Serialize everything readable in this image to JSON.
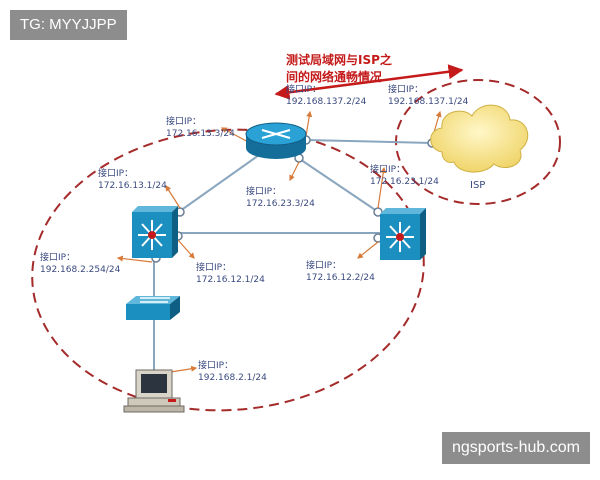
{
  "watermark_top": "TG: MYYJJPP",
  "watermark_bottom": "ngsports-hub.com",
  "title_line1": "测试局域网与ISP之",
  "title_line2": "间的网络通畅情况",
  "isp_label": "ISP",
  "iface_label": "接口IP：",
  "interfaces": [
    {
      "id": "r-isp",
      "ip": "192.168.137.2/24"
    },
    {
      "id": "isp",
      "ip": "192.168.137.1/24"
    },
    {
      "id": "r-left",
      "ip": "172.16.13.3/24"
    },
    {
      "id": "r-right",
      "ip": "172.16.23.3/24"
    },
    {
      "id": "right-top",
      "ip": "172.16.23.1/24"
    },
    {
      "id": "left-top",
      "ip": "172.16.13.1/24"
    },
    {
      "id": "left-bottom",
      "ip": "172.16.12.1/24"
    },
    {
      "id": "right-bottom",
      "ip": "172.16.12.2/24"
    },
    {
      "id": "left-down",
      "ip": "192.168.2.254/24"
    },
    {
      "id": "pc",
      "ip": "192.168.2.1/24"
    }
  ],
  "colors": {
    "accent": "#c41a1a",
    "link": "#8aa6be",
    "device": "#1a8fc0",
    "ring": "#a52a2a",
    "arrow": "#d87a3a"
  }
}
